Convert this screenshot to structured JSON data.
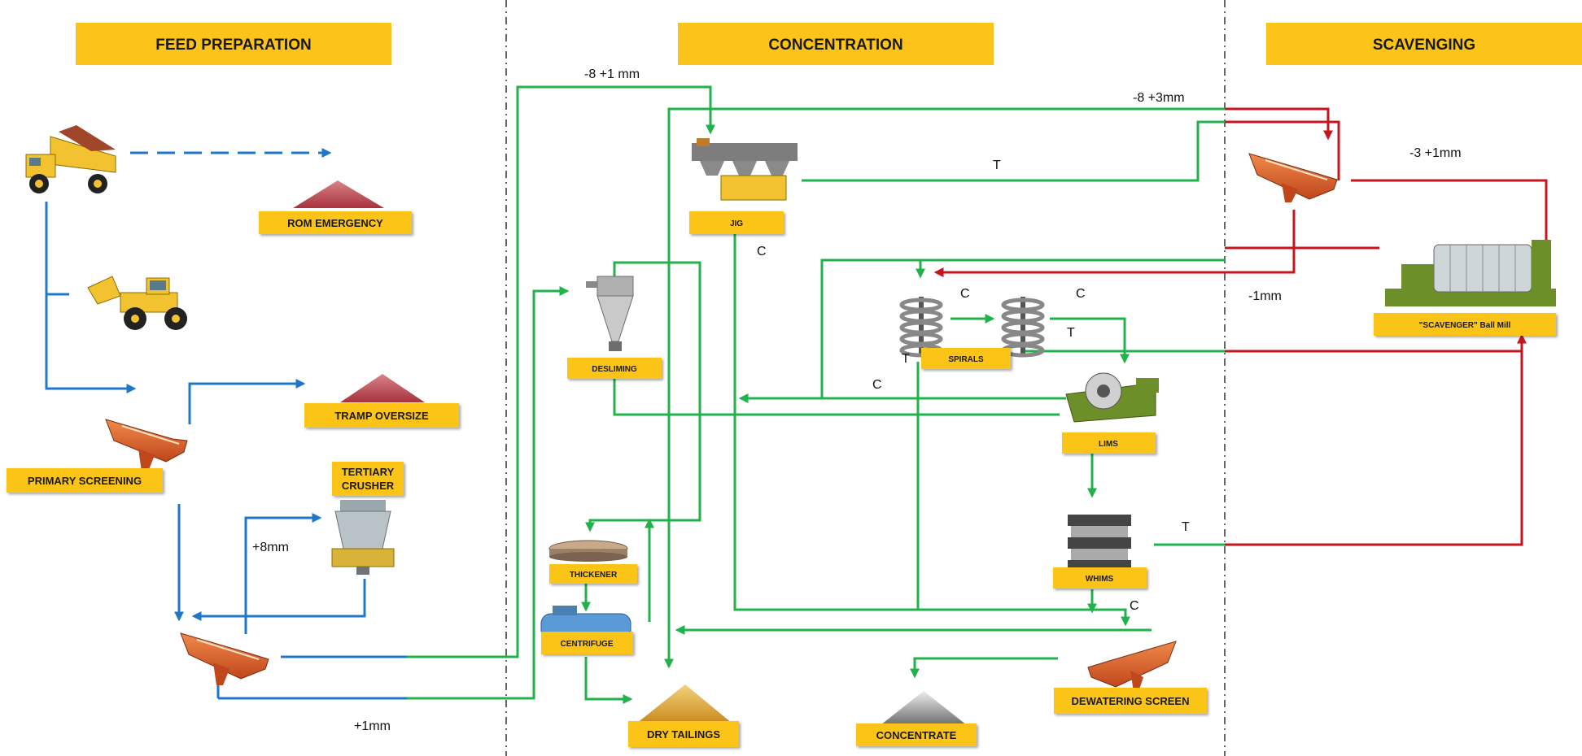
{
  "sections": {
    "feed_preparation": "FEED PREPARATION",
    "concentration": "CONCENTRATION",
    "scavenging": "SCAVENGING"
  },
  "units": {
    "rom_emergency": "ROM EMERGENCY",
    "tramp_oversize": "TRAMP OVERSIZE",
    "primary_screening": "PRIMARY SCREENING",
    "tertiary_crusher_line1": "TERTIARY",
    "tertiary_crusher_line2": "CRUSHER",
    "jig": "JIG",
    "desliming": "DESLIMING",
    "spirals": "SPIRALS",
    "lims": "LIMS",
    "whims": "WHIMS",
    "thickener": "THICKENER",
    "centrifuge": "CENTRIFUGE",
    "dry_tailings": "DRY TAILINGS",
    "concentrate": "CONCENTRATE",
    "dewatering_screen": "DEWATERING SCREEN",
    "scavenger_ball_mill": "\"SCAVENGER\" Ball Mill"
  },
  "flow_labels": {
    "minus8_plus1": "-8 +1 mm",
    "minus8_plus3": "-8 +3mm",
    "minus3_plus1": "-3 +1mm",
    "minus1": "-1mm",
    "plus8": "+8mm",
    "plus1": "+1mm",
    "jig_tail": "T",
    "jig_conc": "C",
    "spiral1_conc": "C",
    "spiral2_conc": "C",
    "spiral1_tail": "T",
    "spiral2_tail": "T",
    "lims_conc": "C",
    "whims_tail": "T",
    "whims_conc": "C"
  },
  "icons": [
    "dump-truck-icon",
    "rom-pile-icon",
    "wheel-loader-icon",
    "tramp-pile-icon",
    "primary-screen-icon",
    "tertiary-crusher-icon",
    "secondary-screen-icon",
    "jig-icon",
    "desliming-cyclone-icon",
    "spiral-icon",
    "lims-icon",
    "whims-icon",
    "thickener-icon",
    "centrifuge-icon",
    "tailings-pile-icon",
    "concentrate-pile-icon",
    "dewatering-screen-icon",
    "scavenger-screen-icon",
    "ball-mill-icon"
  ],
  "colors": {
    "header_fill": "#fcc419",
    "feed_flow": "#1f77c9",
    "concentration_flow": "#22b24c",
    "scavenging_flow": "#c4161c"
  }
}
